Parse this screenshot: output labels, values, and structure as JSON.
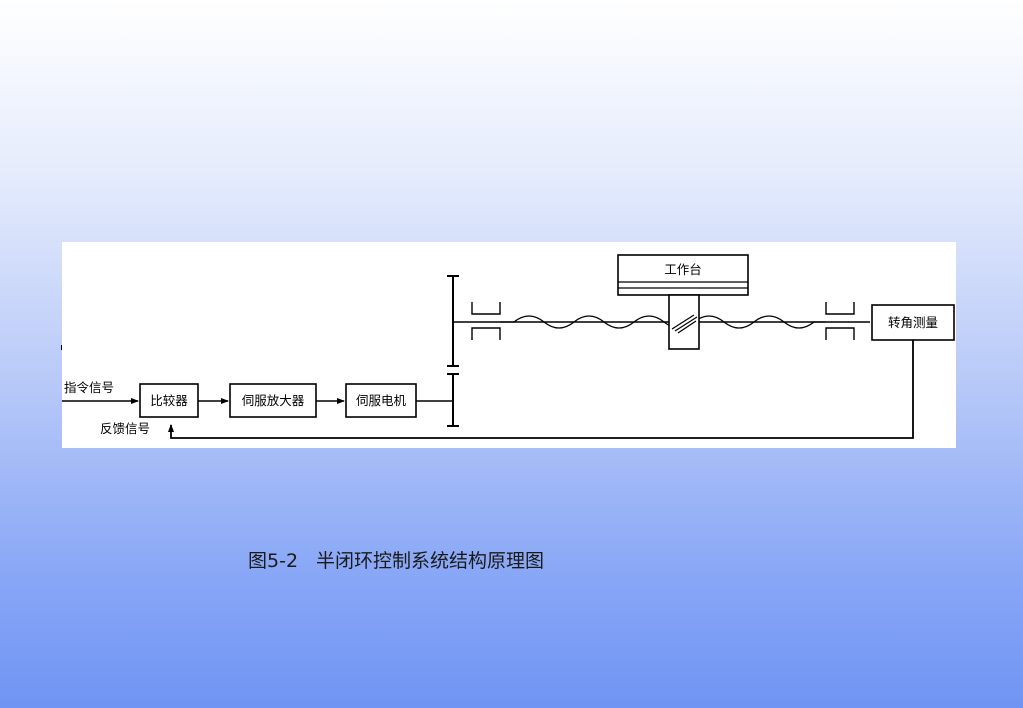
{
  "diagram": {
    "blocks": {
      "comparator": "比较器",
      "servo_amplifier": "伺服放大器",
      "servo_motor": "伺服电机",
      "worktable": "工作台",
      "angle_sensor": "转角测量"
    },
    "signals": {
      "command": "指令信号",
      "feedback": "反馈信号"
    }
  },
  "caption": {
    "figure_number": "图5-2",
    "title": "半闭环控制系统结构原理图"
  }
}
